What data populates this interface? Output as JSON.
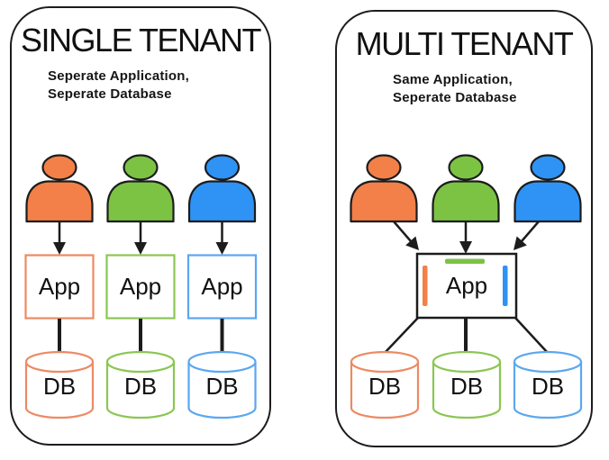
{
  "colors": {
    "orange": "#F28048",
    "green": "#7CC344",
    "blue": "#2E93F5",
    "orange_stroke": "#EC8A64",
    "green_stroke": "#8BC652",
    "blue_stroke": "#5BA7F0",
    "outline": "#1C1C1C"
  },
  "single": {
    "title": "SINGLE TENANT",
    "subtitle": [
      "Seperate Application,",
      "Seperate Database"
    ],
    "tenant_icons": [
      "orange-user-icon",
      "green-user-icon",
      "blue-user-icon"
    ],
    "apps": [
      "App",
      "App",
      "App"
    ],
    "dbs": [
      "DB",
      "DB",
      "DB"
    ]
  },
  "multi": {
    "title": "MULTI TENANT",
    "subtitle": [
      "Same Application,",
      "Seperate Database"
    ],
    "tenant_icons": [
      "orange-user-icon",
      "green-user-icon",
      "blue-user-icon"
    ],
    "app": "App",
    "dbs": [
      "DB",
      "DB",
      "DB"
    ]
  }
}
